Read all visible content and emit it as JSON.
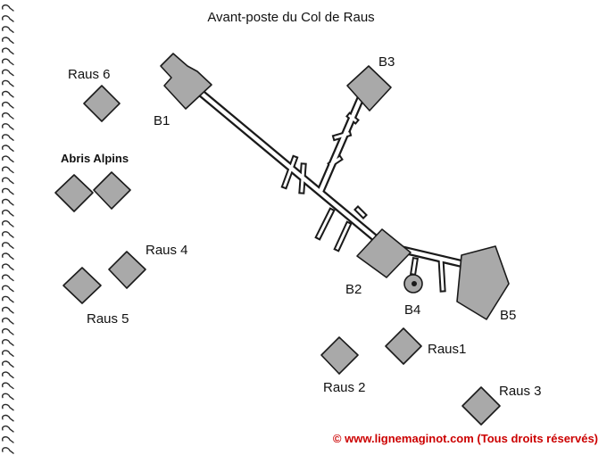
{
  "title": "Avant-poste du Col de Raus",
  "copyright": "© www.lignemaginot.com (Tous droits réservés)",
  "colors": {
    "building_fill": "#a9a9a9",
    "outline": "#1a1a1a",
    "copyright": "#cc0000",
    "spiral": "#2a2a2a"
  },
  "labels": {
    "b1": "B1",
    "b2": "B2",
    "b3": "B3",
    "b4": "B4",
    "b5": "B5",
    "raus1": "Raus1",
    "raus2": "Raus 2",
    "raus3": "Raus 3",
    "raus4": "Raus 4",
    "raus5": "Raus 5",
    "raus6": "Raus 6",
    "abris": "Abris Alpins"
  }
}
